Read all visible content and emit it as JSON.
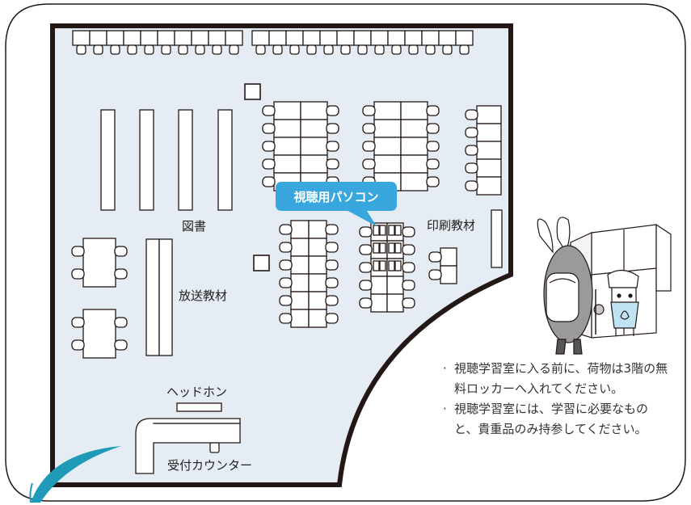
{
  "labels": {
    "books": "図書",
    "broadcast_materials": "放送教材",
    "print_materials": "印刷教材",
    "headphones": "ヘッドホン",
    "reception_counter": "受付カウンター",
    "pc_callout": "視聴用パソコン"
  },
  "notes": [
    "視聴学習室に入る前に、荷物は3階の無料ロッカーへ入れてください。",
    "視聴学習室には、学習に必要なものと、貴重品のみ持参してください。"
  ],
  "colors": {
    "floor": "#e5ecf3",
    "wall": "#231815",
    "callout": "#38a7dd",
    "logo": "#1f9bb8"
  }
}
